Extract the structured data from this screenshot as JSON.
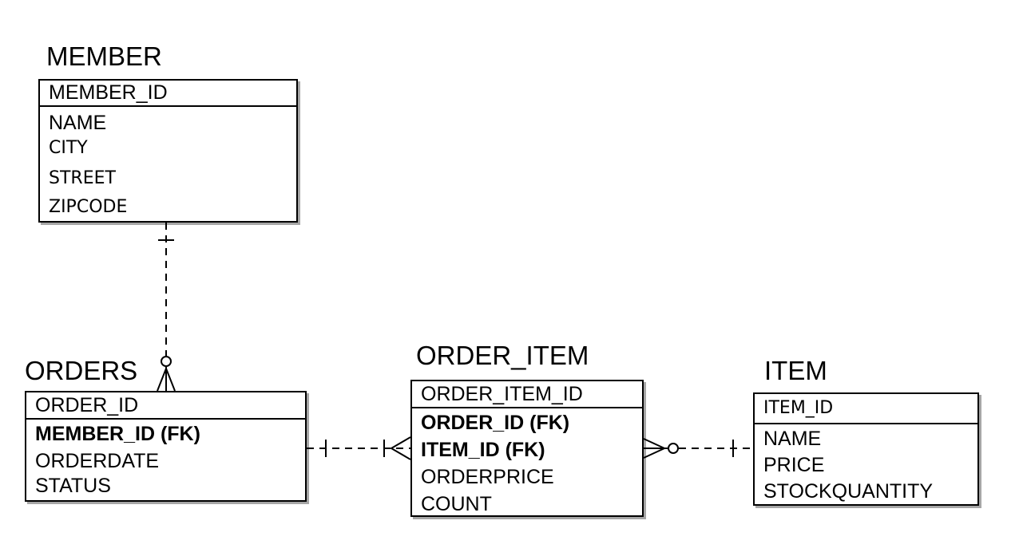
{
  "entities": {
    "member": {
      "title": "MEMBER",
      "pk": "MEMBER_ID",
      "attributes": [
        {
          "label": "NAME",
          "fk": false
        },
        {
          "label": "CITY",
          "fk": false
        },
        {
          "label": "STREET",
          "fk": false
        },
        {
          "label": "ZIPCODE",
          "fk": false
        }
      ]
    },
    "orders": {
      "title": "ORDERS",
      "pk": "ORDER_ID",
      "attributes": [
        {
          "label": "MEMBER_ID (FK)",
          "fk": true
        },
        {
          "label": "ORDERDATE",
          "fk": false
        },
        {
          "label": "STATUS",
          "fk": false
        }
      ]
    },
    "order_item": {
      "title": "ORDER_ITEM",
      "pk": "ORDER_ITEM_ID",
      "attributes": [
        {
          "label": "ORDER_ID (FK)",
          "fk": true
        },
        {
          "label": "ITEM_ID (FK)",
          "fk": true
        },
        {
          "label": "ORDERPRICE",
          "fk": false
        },
        {
          "label": "COUNT",
          "fk": false
        }
      ]
    },
    "item": {
      "title": "ITEM",
      "pk": "ITEM_ID",
      "attributes": [
        {
          "label": "NAME",
          "fk": false
        },
        {
          "label": "PRICE",
          "fk": false
        },
        {
          "label": "STOCKQUANTITY",
          "fk": false
        }
      ]
    }
  },
  "relationships": [
    {
      "from": "member",
      "to": "orders",
      "from_cardinality": "one",
      "to_cardinality": "zero-or-many"
    },
    {
      "from": "orders",
      "to": "order_item",
      "from_cardinality": "one",
      "to_cardinality": "one-or-many"
    },
    {
      "from": "item",
      "to": "order_item",
      "from_cardinality": "one",
      "to_cardinality": "zero-or-many"
    }
  ]
}
